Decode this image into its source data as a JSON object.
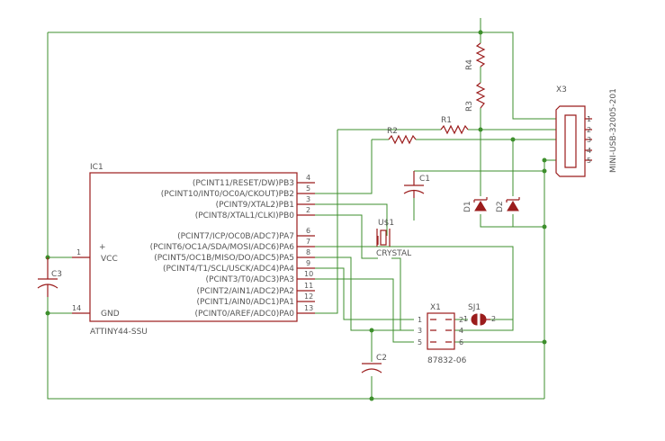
{
  "ic1": {
    "name": "IC1",
    "value": "ATTINY44-SSU",
    "vcc_label": "VCC",
    "gnd_label": "GND",
    "plus_sign": "+",
    "vcc_pin": "1",
    "gnd_pin": "14",
    "pins": [
      {
        "label": "(PCINT11/RESET/DW)PB3",
        "num": "4"
      },
      {
        "label": "(PCINT10/INT0/OC0A/CKOUT)PB2",
        "num": "5"
      },
      {
        "label": "(PCINT9/XTAL2)PB1",
        "num": "3"
      },
      {
        "label": "(PCINT8/XTAL1/CLKI)PB0",
        "num": "2"
      },
      {
        "label": "(PCINT7/ICP/OC0B/ADC7)PA7",
        "num": "6"
      },
      {
        "label": "(PCINT6/OC1A/SDA/MOSI/ADC6)PA6",
        "num": "7"
      },
      {
        "label": "(PCINT5/OC1B/MISO/DO/ADC5)PA5",
        "num": "8"
      },
      {
        "label": "(PCINT4/T1/SCL/USCK/ADC4)PA4",
        "num": "9"
      },
      {
        "label": "(PCINT3/T0/ADC3)PA3",
        "num": "10"
      },
      {
        "label": "(PCINT2/AIN1/ADC2)PA2",
        "num": "11"
      },
      {
        "label": "(PCINT1/AIN0/ADC1)PA1",
        "num": "12"
      },
      {
        "label": "(PCINT0/AREF/ADC0)PA0",
        "num": "13"
      }
    ]
  },
  "r1": "R1",
  "r2": "R2",
  "r3": "R3",
  "r4": "R4",
  "c1": "C1",
  "c2": "C2",
  "c3": "C3",
  "d1": "D1",
  "d2": "D2",
  "u1": {
    "name": "U$1",
    "value": "CRYSTAL"
  },
  "x1": {
    "name": "X1",
    "value": "87832-06",
    "pins": [
      "1",
      "2",
      "3",
      "4",
      "5",
      "6"
    ]
  },
  "sj1": {
    "name": "SJ1",
    "pin1": "1",
    "pin2": "2"
  },
  "x3": {
    "name": "X3",
    "value": "MINI-USB-32005-201",
    "pins": [
      "1",
      "2",
      "3",
      "4",
      "5"
    ]
  }
}
